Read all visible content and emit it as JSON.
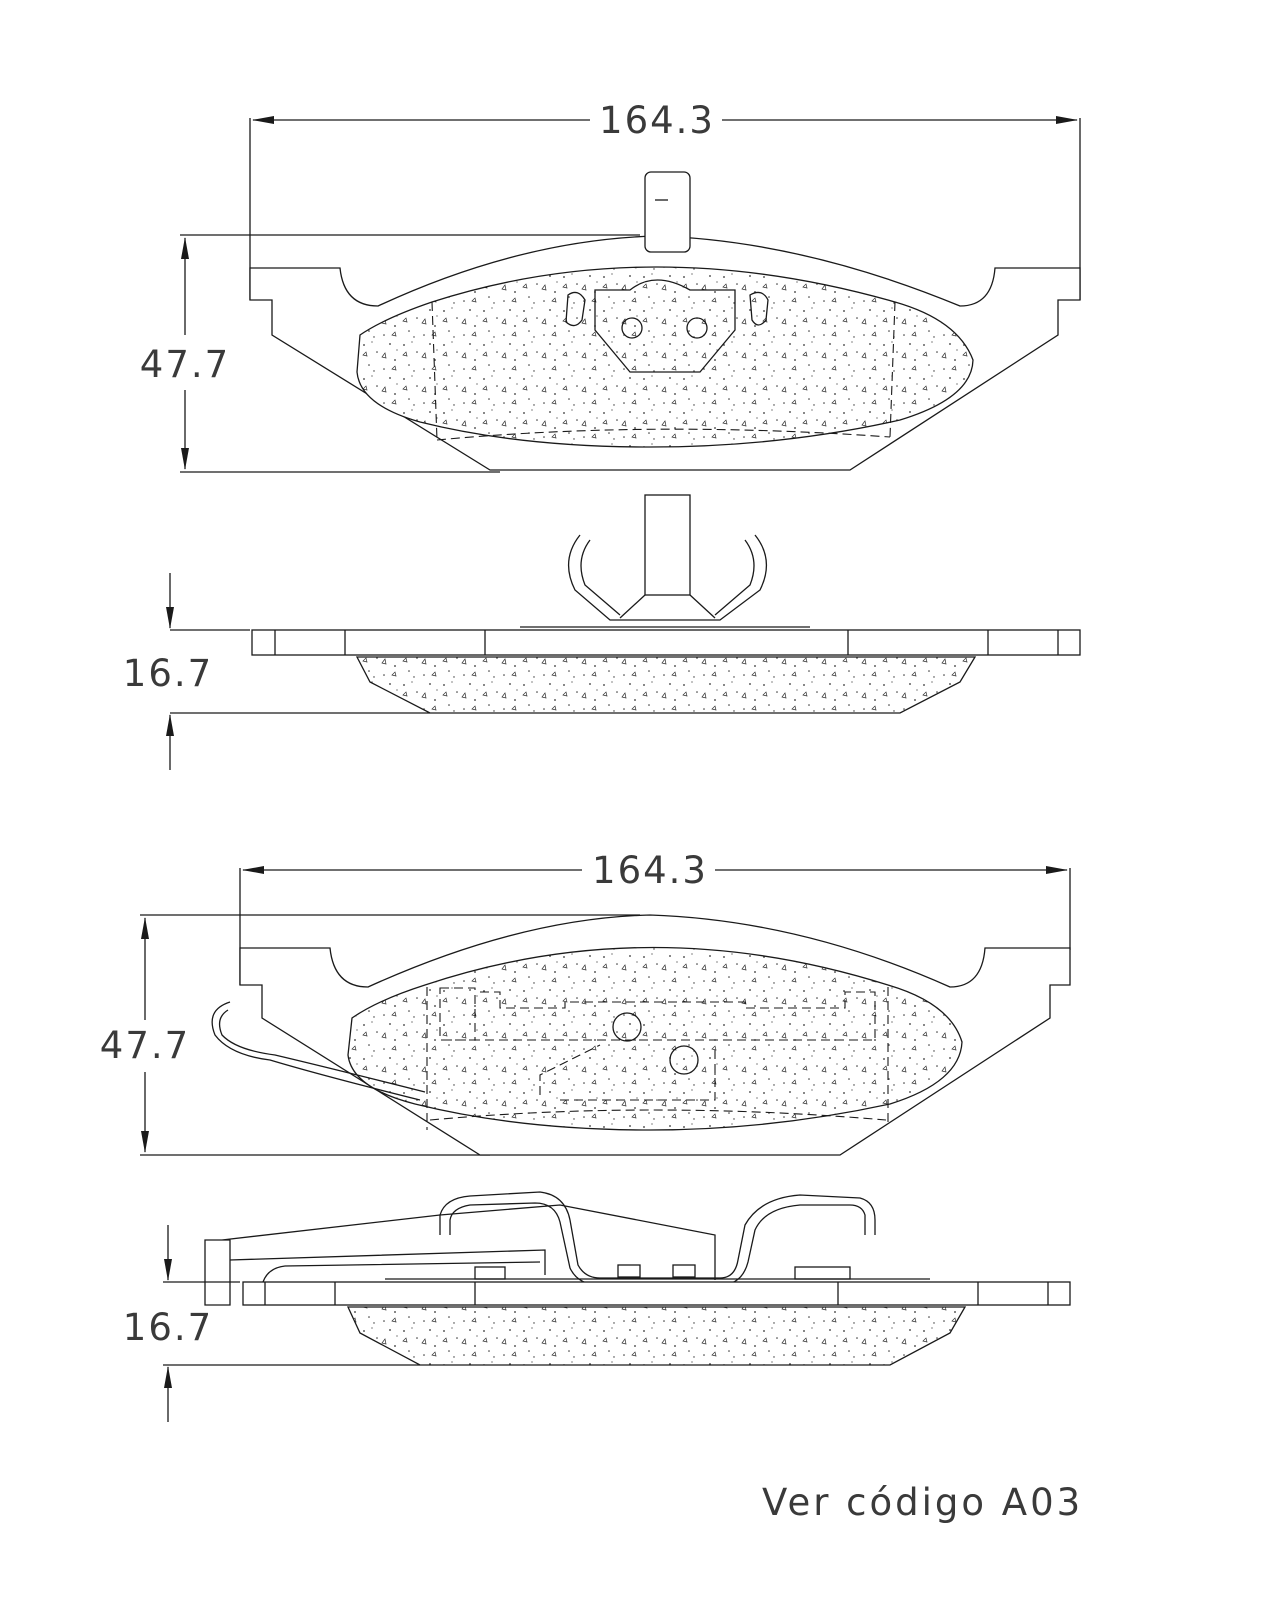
{
  "views": {
    "top_front": {
      "width_label": "164.3",
      "height_label": "47.7"
    },
    "top_side": {
      "thickness_label": "16.7"
    },
    "bottom_front": {
      "width_label": "164.3",
      "height_label": "47.7"
    },
    "bottom_side": {
      "thickness_label": "16.7"
    }
  },
  "footer": {
    "note": "Ver código A03"
  }
}
